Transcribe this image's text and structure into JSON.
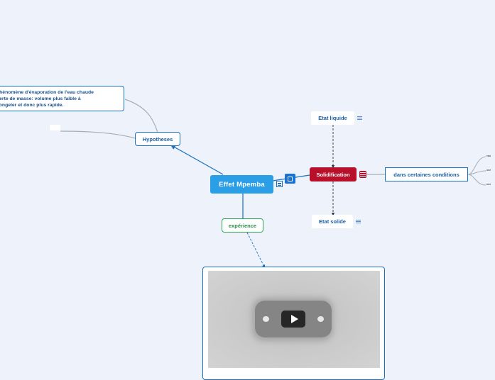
{
  "root": {
    "label": "Effet Mpemba"
  },
  "hypotheses": {
    "label": "Hypotheses",
    "note_lines": [
      "phénomène d'évaporation de l'eau chaude",
      "perte de masse: volume plus faible à",
      "congeler et donc plus rapide."
    ]
  },
  "experience": {
    "label": "expérience"
  },
  "solidification": {
    "label": "Solidification"
  },
  "etat_liquide": {
    "label": "Etat liquide"
  },
  "etat_solide": {
    "label": "Etat solide"
  },
  "conditions": {
    "label": "dans certaines conditions",
    "sub_items": [
      "eau",
      "une",
      "une"
    ]
  },
  "media": {
    "type": "video"
  },
  "colors": {
    "root": "#2a9fe8",
    "blue_border": "#1a6fc0",
    "green_border": "#2eaa54",
    "red_node": "#b8102b",
    "background": "#eef2fb",
    "connector_gray": "#a8adb5"
  },
  "icons": {
    "note": "note-icon",
    "collapse": "collapse-square-icon",
    "play": "play-icon"
  }
}
